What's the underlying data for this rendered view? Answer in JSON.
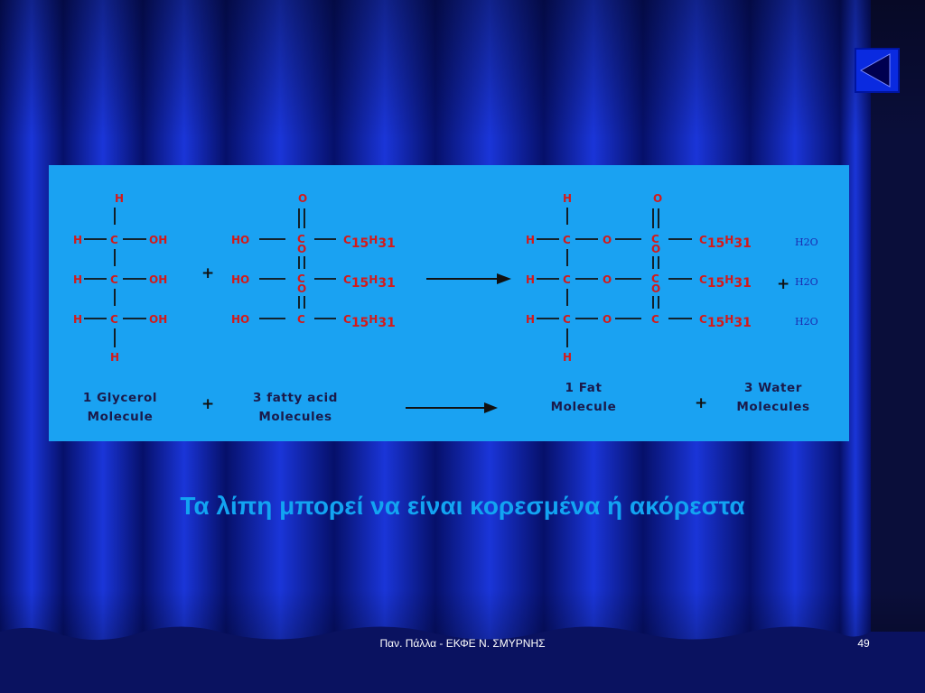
{
  "slide": {
    "subtitle": "Τα λίπη μπορεί να είναι κορεσμένα ή ακόρεστα",
    "footer": "Παν. Πάλλα - ΕΚΦΕ Ν. ΣΜΥΡΝΗΣ",
    "page_number": "49",
    "nav_icon": "previous-triangle-icon"
  },
  "diagram": {
    "atoms": {
      "H": "H",
      "C": "C",
      "O": "O",
      "OH": "OH",
      "HO": "HO",
      "carbon_prefix": "C",
      "carbon_count": "15",
      "hydrogen_prefix": "H",
      "hydrogen_count": "31",
      "water": "H2O"
    },
    "operators": {
      "plus": "+"
    },
    "captions": {
      "glycerol": [
        "1 Glycerol",
        "Molecule"
      ],
      "fatty_acid": [
        "3 fatty acid",
        "Molecules"
      ],
      "fat": [
        "1 Fat",
        "Molecule"
      ],
      "water": [
        "3 Water",
        "Molecules"
      ]
    }
  },
  "colors": {
    "atom_red": "#d31a1a",
    "panel_blue": "#1aa2f2",
    "title_blue": "#12a4f2",
    "background_blue": "#0a1a8c"
  }
}
